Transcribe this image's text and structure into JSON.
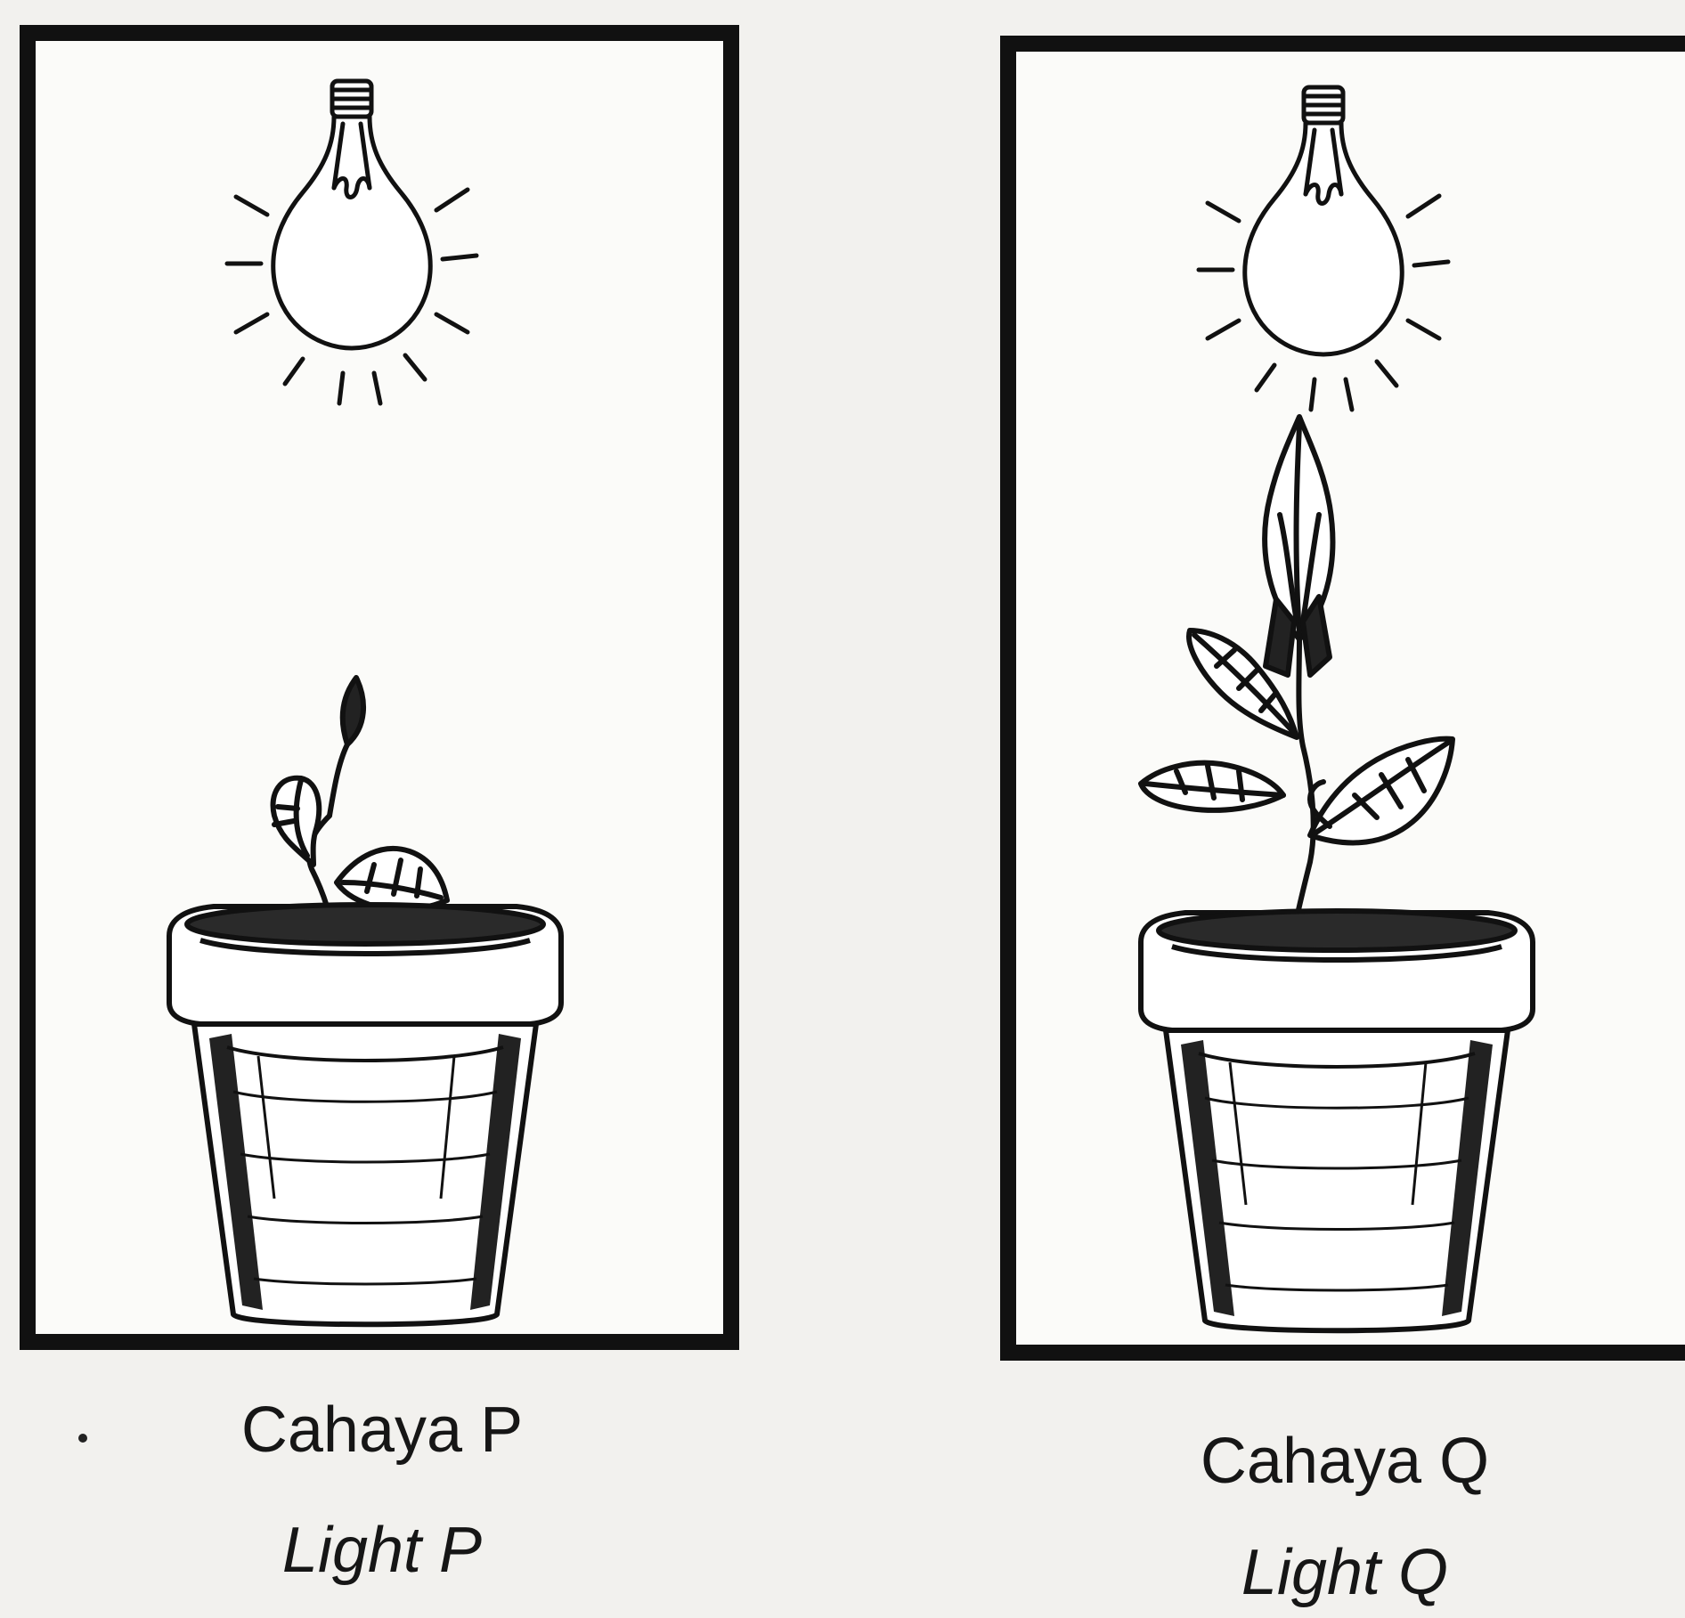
{
  "panels": [
    {
      "id": "P",
      "label_ms": "Cahaya P",
      "label_en": "Light P",
      "plant_size": "small"
    },
    {
      "id": "Q",
      "label_ms": "Cahaya Q",
      "label_en": "Light Q",
      "plant_size": "tall"
    }
  ],
  "colors": {
    "ink": "#111111",
    "paper": "#fbfbf9",
    "background": "#f2f1ee"
  },
  "icons": [
    "light-bulb-icon",
    "plant-pot-icon"
  ]
}
